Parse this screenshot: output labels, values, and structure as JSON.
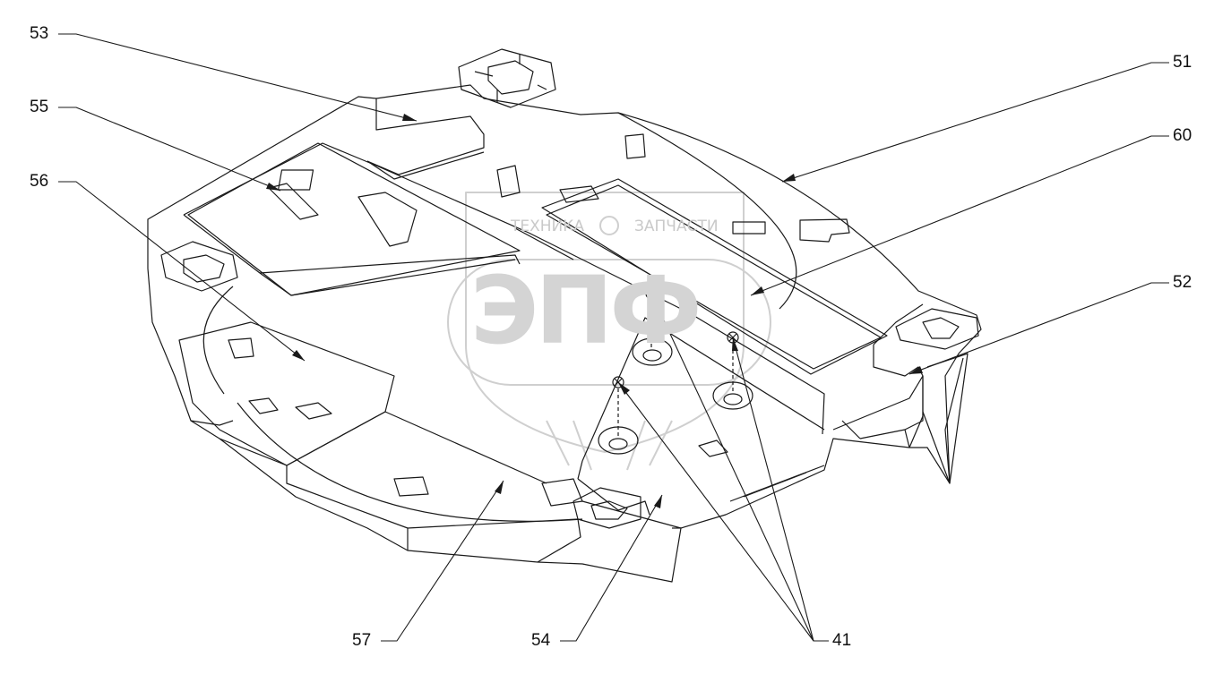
{
  "labels": {
    "p53": "53",
    "p55": "55",
    "p56": "56",
    "p51": "51",
    "p60": "60",
    "p52": "52",
    "p57": "57",
    "p54": "54",
    "p41": "41"
  },
  "watermark": {
    "line1_left": "ТЕХНИКА",
    "line1_right": "ЗАПЧАСТИ",
    "big": "ЭПФ"
  },
  "colors": {
    "stroke": "#1a1a1a",
    "watermark": "#c9c9c9",
    "background": "#ffffff"
  }
}
